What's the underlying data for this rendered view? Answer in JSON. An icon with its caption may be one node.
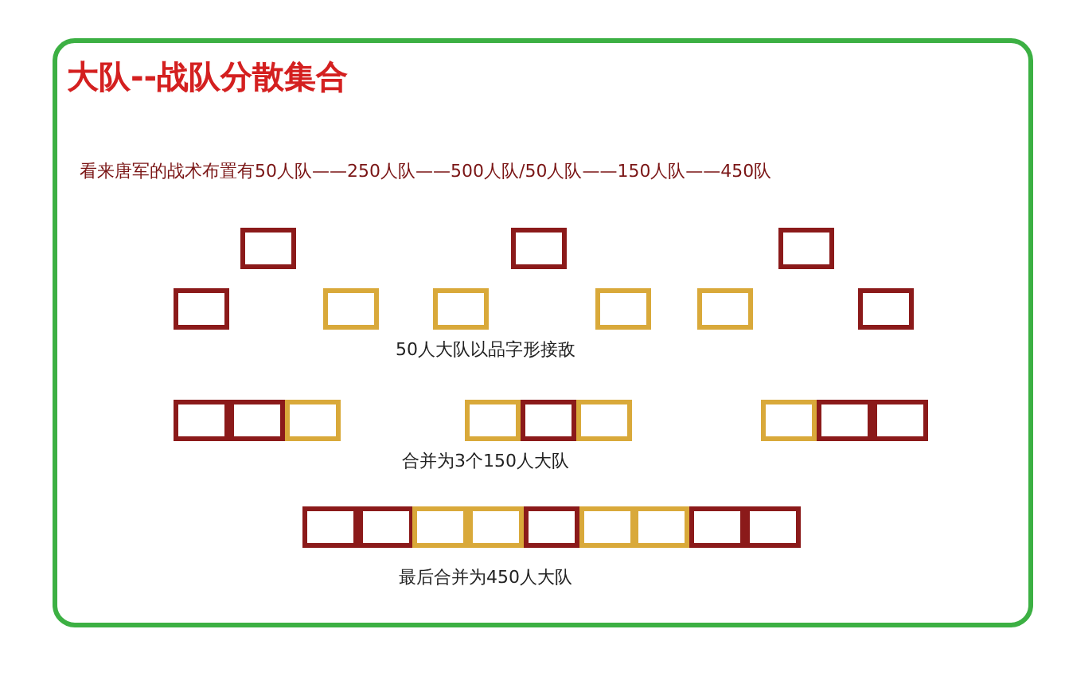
{
  "diagram": {
    "nodes": [
      {
        "text": [
          "大队--战队分散集合"
        ]
      },
      {
        "text": [],
        "shape": "box",
        "in": 0
      },
      {
        "text": [],
        "shape": "box",
        "in": 0
      },
      {
        "text": [],
        "shape": "box",
        "in": 0
      },
      {
        "text": [],
        "shape": "box",
        "in": 0
      },
      {
        "text": [],
        "shape": "box",
        "in": 0
      },
      {
        "text": [],
        "shape": "box",
        "in": 0
      },
      {
        "text": [],
        "shape": "box",
        "in": 0
      },
      {
        "text": [],
        "shape": "box",
        "in": 0
      },
      {
        "text": [],
        "shape": "box",
        "in": 0
      },
      {
        "text": [],
        "shape": "box",
        "in": 0
      },
      {
        "text": [],
        "shape": "box",
        "in": 0
      },
      {
        "text": [],
        "shape": "box",
        "in": 0
      },
      {
        "text": [],
        "shape": "box",
        "in": 0
      },
      {
        "text": [],
        "shape": "box",
        "in": 0
      },
      {
        "text": [],
        "shape": "box",
        "in": 0
      },
      {
        "text": [],
        "shape": "box",
        "in": 0
      },
      {
        "text": [],
        "shape": "box",
        "in": 0
      },
      {
        "text": [],
        "shape": "box",
        "in": 0
      },
      {
        "text": [],
        "shape": "box",
        "in": 0
      },
      {
        "text": [],
        "shape": "box",
        "in": 0
      },
      {
        "text": [],
        "shape": "box",
        "in": 0
      },
      {
        "text": [],
        "shape": "box",
        "in": 0
      },
      {
        "text": [],
        "shape": "box",
        "in": 0
      },
      {
        "text": [],
        "shape": "box",
        "in": 0
      },
      {
        "text": [],
        "shape": "box",
        "in": 0
      },
      {
        "text": [],
        "shape": "box",
        "in": 0
      },
      {
        "text": [],
        "shape": "box",
        "in": 0
      }
    ],
    "labels": [
      "看来唐军的战术布置有50人队——250人队——500人队/50人队——150人队——450队",
      "50人大队以品字形接敌",
      "合并为3个150人大队",
      "最后合并为450人大队"
    ]
  }
}
